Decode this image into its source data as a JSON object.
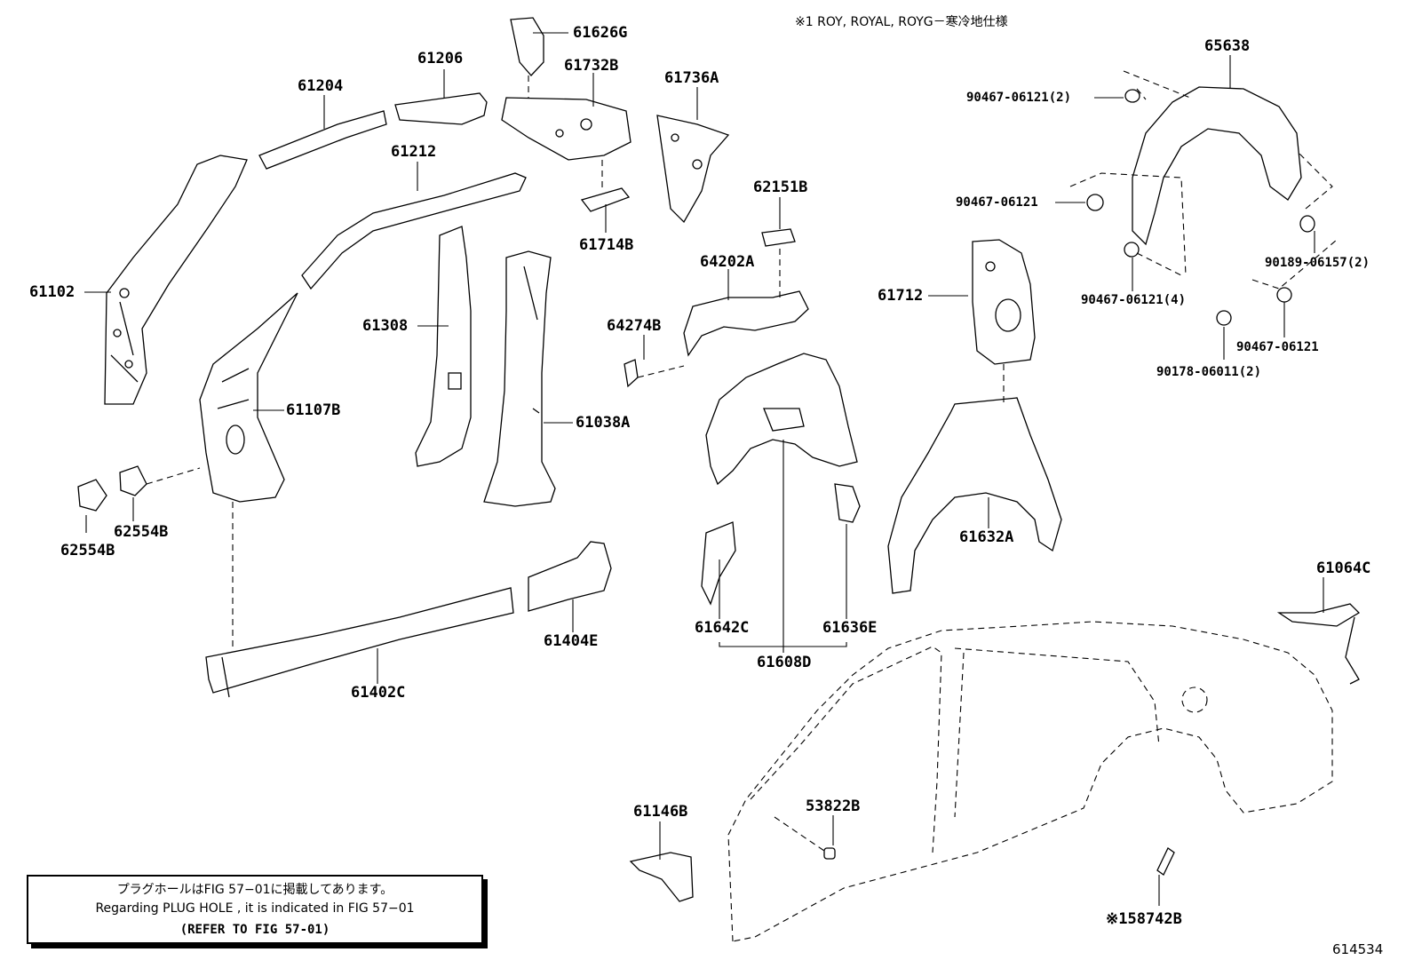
{
  "diagram": {
    "figure_number": "614534",
    "note_top": "※1 ROY, ROYAL, ROYG－寒冷地仕様",
    "plug_note": {
      "line_ja": "プラグホールはFIG 57−01に掲載してあります。",
      "line_en": "Regarding PLUG HOLE , it is indicated in FIG 57−01",
      "line_ref": "(REFER TO FIG 57-01)"
    },
    "parts": {
      "p61626G": "61626G",
      "p61206": "61206",
      "p61732B": "61732B",
      "p61204": "61204",
      "p61736A": "61736A",
      "p61212": "61212",
      "p61714B": "61714B",
      "p62151B": "62151B",
      "p64202A": "64202A",
      "p61102": "61102",
      "p61308": "61308",
      "p64274B": "64274B",
      "p61712": "61712",
      "p61107B": "61107B",
      "p61038A": "61038A",
      "p62554B_a": "62554B",
      "p62554B_b": "62554B",
      "p61632A": "61632A",
      "p61404E": "61404E",
      "p61642C": "61642C",
      "p61636E": "61636E",
      "p61608D": "61608D",
      "p61402C": "61402C",
      "p61064C": "61064C",
      "p61146B": "61146B",
      "p53822B": "53822B",
      "p158742B": "※158742B",
      "p65638": "65638",
      "f1": "90467-06121(2)",
      "f2": "90467-06121",
      "f3": "90189-06157(2)",
      "f4": "90467-06121(4)",
      "f5": "90467-06121",
      "f6": "90178-06011(2)"
    }
  }
}
